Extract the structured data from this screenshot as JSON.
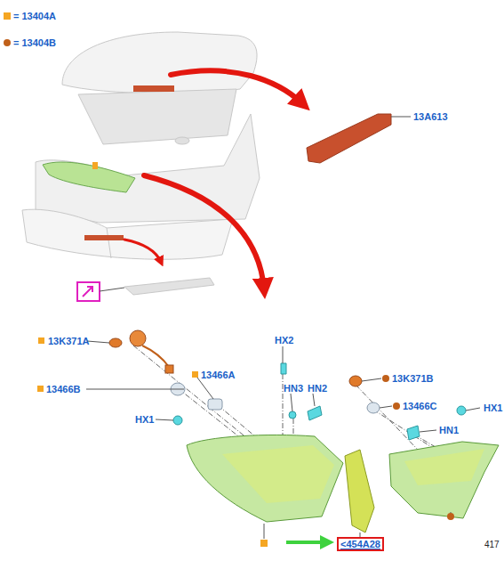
{
  "diagram": {
    "nodes": [
      {
        "text": [
          "<454A28"
        ]
      }
    ],
    "labels": [
      "13A613",
      "13K371A",
      "13466A",
      "13466B",
      "HX2",
      "HN3",
      "HN2",
      "HX1",
      "13K371B",
      "13466C",
      "HX1",
      "HN1",
      "417"
    ],
    "legend": [
      {
        "text": "= 13404A",
        "color": "#f5a623"
      },
      {
        "text": "= 13404B",
        "color": "#c0601a"
      }
    ]
  }
}
